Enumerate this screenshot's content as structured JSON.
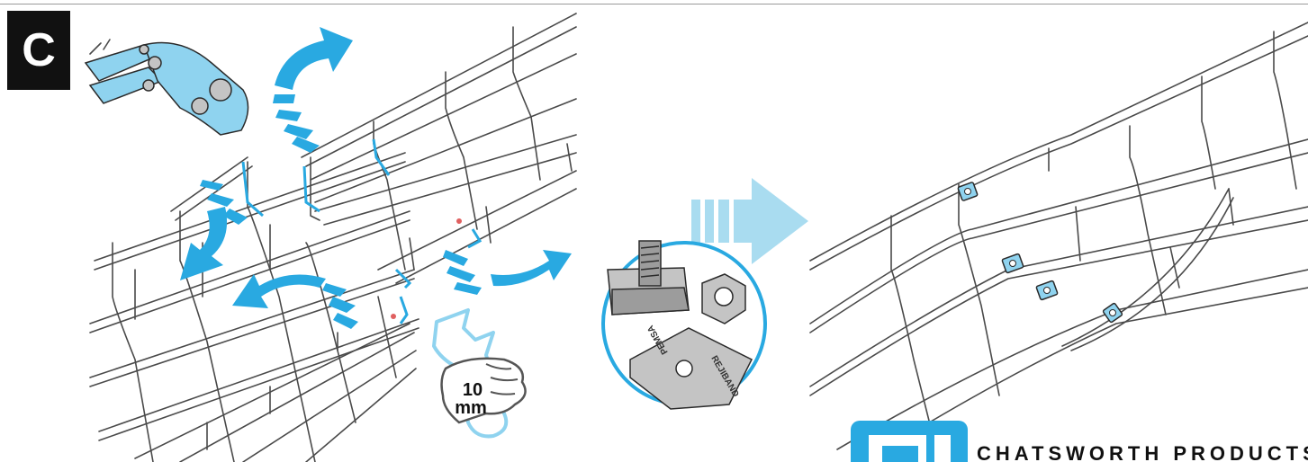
{
  "step": {
    "label": "C"
  },
  "wrench": {
    "size_value": "10",
    "size_unit": "mm"
  },
  "clamp_plate": {
    "text_a": "PEMSA",
    "text_b": "REJIBAND"
  },
  "brand": {
    "name": "CHATSWORTH PRODUCTS"
  },
  "colors": {
    "accent": "#29a9e1",
    "tool_fill": "#8fd3ef",
    "wire": "#4a4a4a",
    "badge": "#111111"
  }
}
